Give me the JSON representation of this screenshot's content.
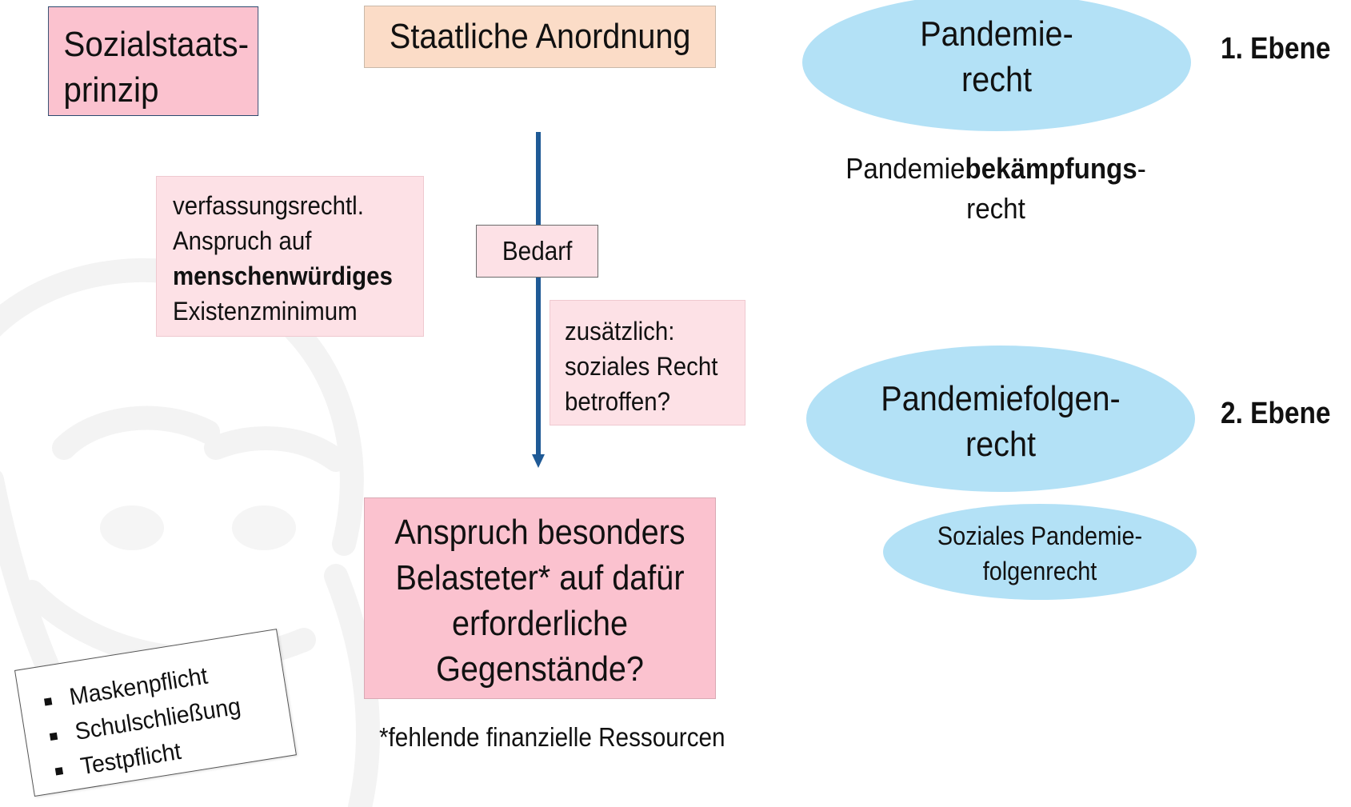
{
  "boxes": {
    "sozialstaatsprinzip": {
      "lines": [
        "Sozialstaats-",
        "prinzip"
      ]
    },
    "staatliche_anordnung": "Staatliche Anordnung",
    "verfassungsrecht": {
      "line1": "verfassungsrechtl.",
      "line2": "Anspruch auf",
      "line3_bold": "menschenwürdiges",
      "line4": "Existenzminimum"
    },
    "bedarf": "Bedarf",
    "zusaetzlich": {
      "lines": [
        "zusätzlich:",
        "soziales Recht",
        "betroffen?"
      ]
    },
    "anspruch": {
      "lines": [
        "Anspruch besonders",
        "Belasteter* auf dafür",
        "erforderliche",
        "Gegenstände?"
      ]
    }
  },
  "footnote": "*fehlende finanzielle Ressourcen",
  "ellipses": {
    "pandemierecht": {
      "lines": [
        "Pandemie-",
        "recht"
      ]
    },
    "pandemiefolgenrecht": {
      "lines": [
        "Pandemiefolgen-",
        "recht"
      ]
    },
    "soziales_pandemiefolgenrecht": {
      "lines": [
        "Soziales Pandemie-",
        "folgenrecht"
      ]
    }
  },
  "pandemiebekaempfung": {
    "prefix": "Pandemie",
    "bold": "bekämpfungs",
    "suffix": "-",
    "line2": "recht"
  },
  "levels": {
    "ebene1": "1. Ebene",
    "ebene2": "2. Ebene"
  },
  "card": {
    "items": [
      "Maskenpflicht",
      "Schulschließung",
      "Testpflicht"
    ]
  },
  "colors": {
    "pink_strong": "#fbc2cf",
    "pink_light": "#fde1e6",
    "peach": "#fbdcc7",
    "light_blue": "#b3e1f6",
    "arrow_blue": "#1f5a96"
  }
}
